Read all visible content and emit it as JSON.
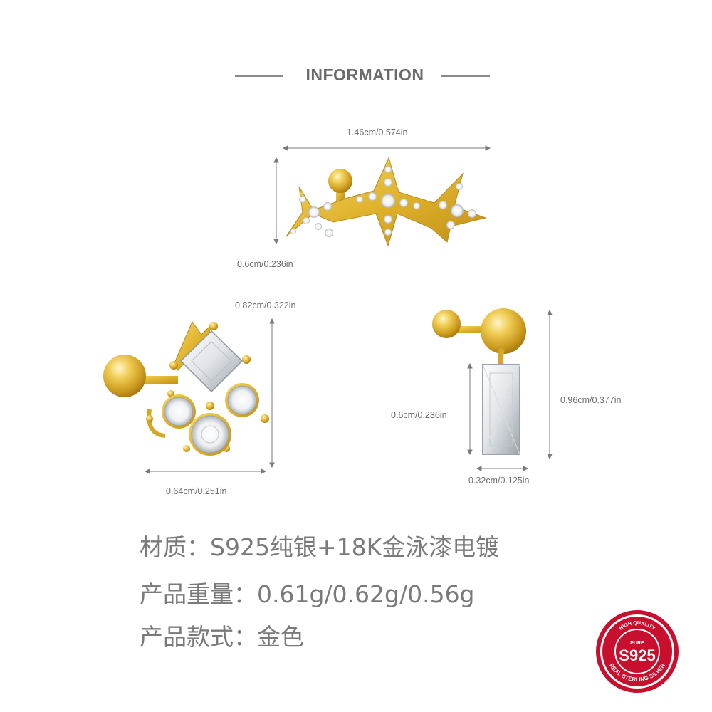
{
  "header": {
    "title": "INFORMATION"
  },
  "dimensions": {
    "star_width": "1.46cm/0.574in",
    "star_height": "0.6cm/0.236in",
    "cluster_height": "0.82cm/0.322in",
    "cluster_width": "0.64cm/0.251in",
    "drop_pendant_height": "0.6cm/0.236in",
    "drop_total_height": "0.96cm/0.377in",
    "drop_width": "0.32cm/0.125in"
  },
  "specs": {
    "material": "材质：S925纯银+18K金泳漆电镀",
    "weight": "产品重量：0.61g/0.62g/0.56g",
    "style": "产品款式：金色"
  },
  "badge": {
    "top_text": "HIGH QUALITY",
    "pure_text": "PURE",
    "grade_text": "S925",
    "bottom_text": "REAL STERLING SILVER"
  },
  "colors": {
    "gold": "#e0b830",
    "gold_dark": "#b8891a",
    "badge_red": "#c8102e",
    "text_gray": "#7a7a7a"
  }
}
